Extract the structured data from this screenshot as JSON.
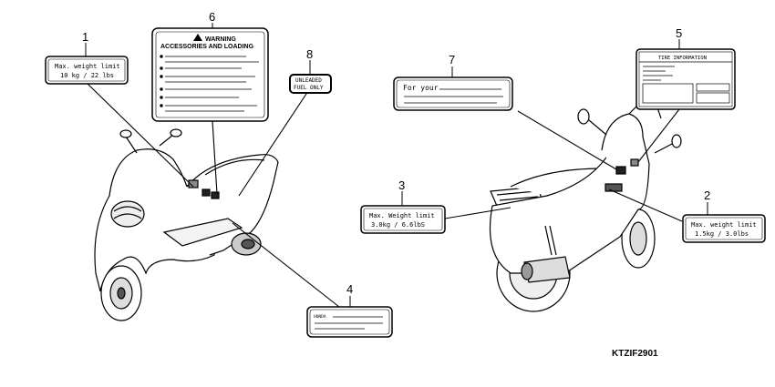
{
  "diagram_code": "KTZIF2901",
  "callouts": [
    "1",
    "2",
    "3",
    "4",
    "5",
    "6",
    "7",
    "8"
  ],
  "labels": {
    "label1": {
      "line1": "Max. weight limit",
      "line2": "10 kg  /  22 lbs"
    },
    "label2": {
      "line1": "Max. weight limit",
      "line2": "1.5kg  / 3.0lbs"
    },
    "label3": {
      "line1": "Max. Weight limit",
      "line2": "3.0kg  / 6.6lbS"
    },
    "label6": {
      "title1": "WARNING",
      "title2": "ACCESSORIES AND LOADING"
    },
    "label7": {
      "text": "For your"
    },
    "label8": {
      "line1": "UNLEADED",
      "line2": "FUEL ONLY"
    },
    "label5": {
      "title": "TIRE INFORMATION"
    },
    "label4": {
      "brand": "HONDA"
    }
  }
}
